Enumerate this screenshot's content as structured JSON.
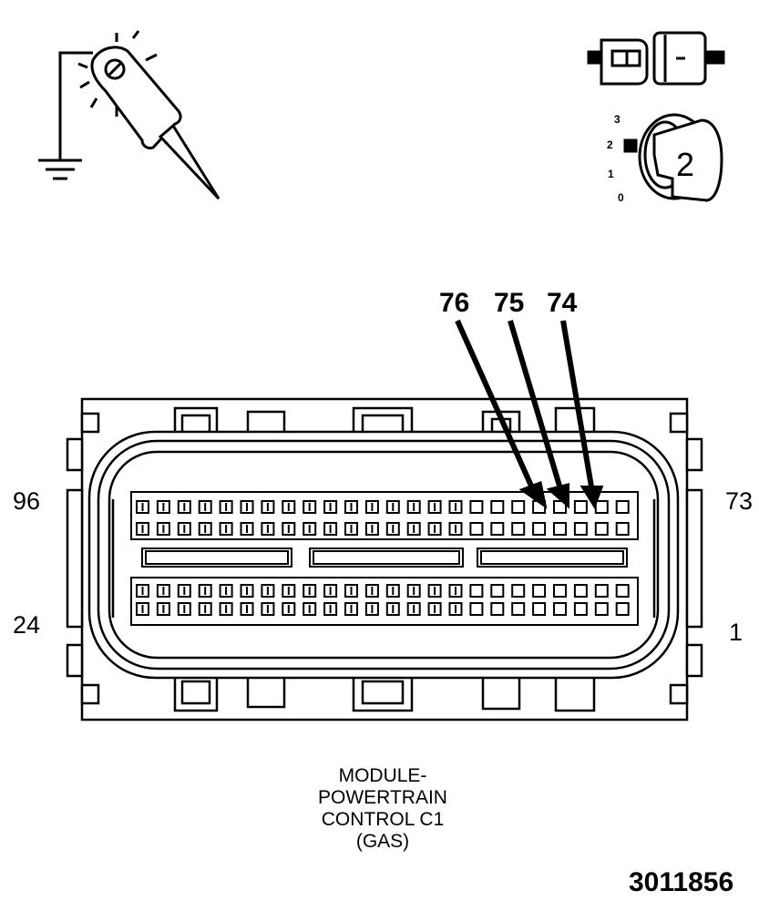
{
  "connector": {
    "pin_labels": {
      "top_left": "96",
      "top_right": "73",
      "bottom_left": "24",
      "bottom_right": "1"
    },
    "callouts": [
      "76",
      "75",
      "74"
    ],
    "caption_lines": [
      "MODULE-",
      "POWERTRAIN",
      "CONTROL C1",
      "(GAS)"
    ]
  },
  "ignition_switch": {
    "positions": [
      "3",
      "2",
      "1",
      "0"
    ],
    "key_label": "2"
  },
  "figure_number": "3011856",
  "icons": [
    "test-probe-icon",
    "ground-icon",
    "disconnect-connector-icon",
    "ignition-key-icon"
  ]
}
